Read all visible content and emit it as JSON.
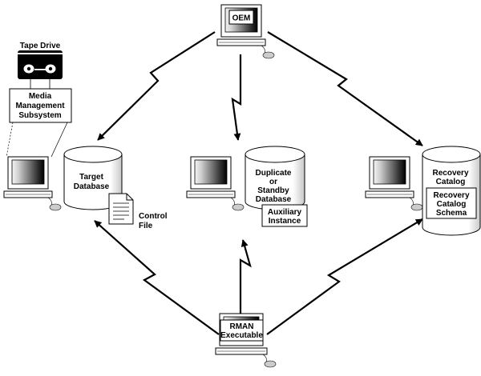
{
  "nodes": {
    "oem": {
      "label": "OEM"
    },
    "tape_drive": {
      "title": "Tape Drive"
    },
    "media_management": {
      "lines": [
        "Media",
        "Management",
        "Subsystem"
      ]
    },
    "target_db": {
      "lines": [
        "Target",
        "Database"
      ]
    },
    "control_file": {
      "lines": [
        "Control",
        "File"
      ]
    },
    "duplicate_db": {
      "lines": [
        "Duplicate",
        "or",
        "Standby",
        "Database"
      ]
    },
    "auxiliary_instance": {
      "lines": [
        "Auxiliary",
        "Instance"
      ]
    },
    "recovery_catalog": {
      "lines": [
        "Recovery",
        "Catalog"
      ]
    },
    "catalog_schema": {
      "lines": [
        "Recovery",
        "Catalog",
        "Schema"
      ]
    },
    "rman": {
      "lines": [
        "RMAN",
        "Executable"
      ]
    }
  },
  "icons": {
    "computer": "desktop-computer-icon",
    "database": "database-cylinder-icon",
    "tape": "tape-drive-icon",
    "file": "document-icon"
  },
  "colors": {
    "ink": "#000000",
    "paper": "#ffffff",
    "shade": "#c8c8c8"
  }
}
